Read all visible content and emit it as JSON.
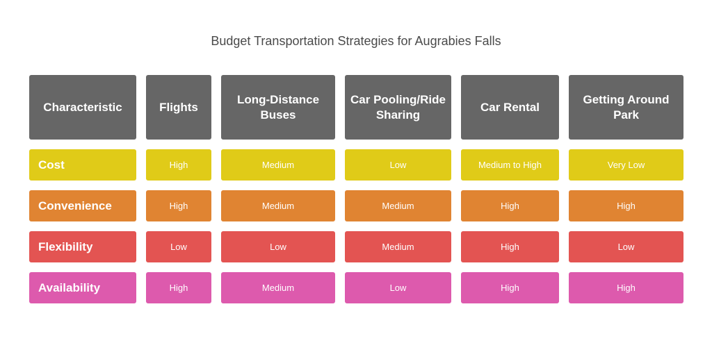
{
  "title": "Budget Transportation Strategies for Augrabies Falls",
  "headers": [
    "Characteristic",
    "Flights",
    "Long-Distance Buses",
    "Car Pooling/Ride Sharing",
    "Car Rental",
    "Getting Around Park"
  ],
  "rows": [
    {
      "label": "Cost",
      "color": "#E0CB18",
      "values": [
        "High",
        "Medium",
        "Low",
        "Medium to High",
        "Very Low"
      ]
    },
    {
      "label": "Convenience",
      "color": "#E08432",
      "values": [
        "High",
        "Medium",
        "Medium",
        "High",
        "High"
      ]
    },
    {
      "label": "Flexibility",
      "color": "#E35452",
      "values": [
        "Low",
        "Low",
        "Medium",
        "High",
        "Low"
      ]
    },
    {
      "label": "Availability",
      "color": "#DD5AAD",
      "values": [
        "High",
        "Medium",
        "Low",
        "High",
        "High"
      ]
    }
  ]
}
